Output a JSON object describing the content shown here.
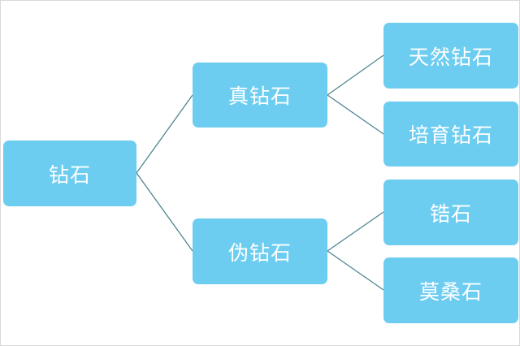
{
  "diagram": {
    "root": {
      "label": "钻石"
    },
    "branches": [
      {
        "label": "真钻石",
        "children": [
          {
            "label": "天然钻石"
          },
          {
            "label": "培育钻石"
          }
        ]
      },
      {
        "label": "伪钻石",
        "children": [
          {
            "label": "锆石"
          },
          {
            "label": "莫桑石"
          }
        ]
      }
    ]
  },
  "colors": {
    "node_fill": "#6dcdf0",
    "node_text": "#ffffff",
    "connector": "#4f8591",
    "background": "#ffffff"
  }
}
